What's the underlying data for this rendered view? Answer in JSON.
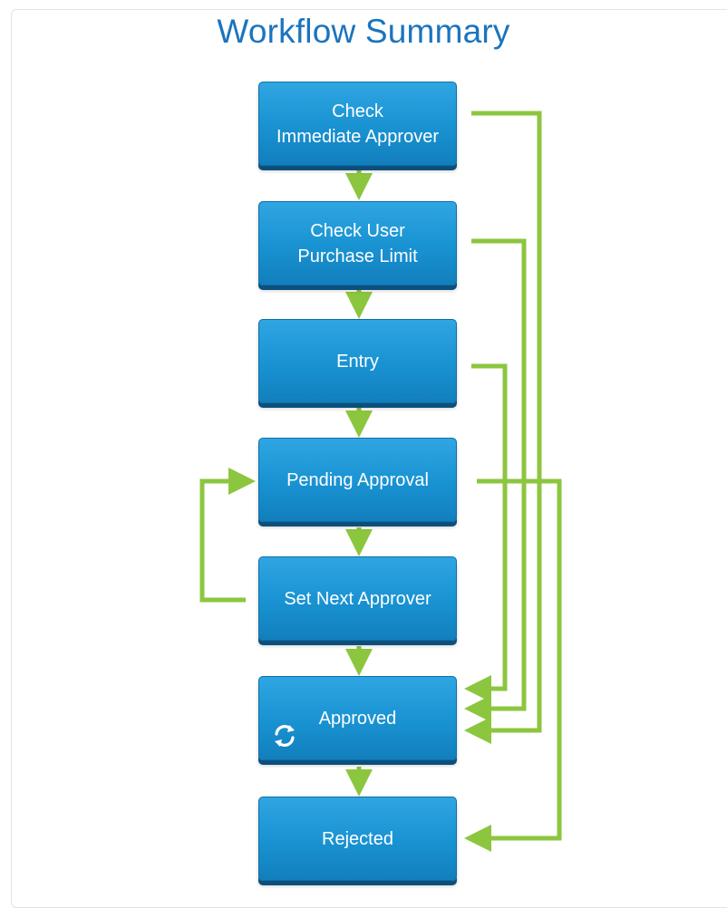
{
  "title": "Workflow Summary",
  "nodes": [
    {
      "id": "check-immediate-approver",
      "label": "Check\nImmediate Approver"
    },
    {
      "id": "check-user-purchase-limit",
      "label": "Check User\nPurchase Limit"
    },
    {
      "id": "entry",
      "label": "Entry"
    },
    {
      "id": "pending-approval",
      "label": "Pending Approval"
    },
    {
      "id": "set-next-approver",
      "label": "Set Next Approver"
    },
    {
      "id": "approved",
      "label": "Approved",
      "icon": "sync-icon"
    },
    {
      "id": "rejected",
      "label": "Rejected"
    }
  ],
  "colors": {
    "title": "#1b74be",
    "node_fill": "#1992d2",
    "node_shadow": "#0c4f7d",
    "connector": "#8cc63f"
  }
}
